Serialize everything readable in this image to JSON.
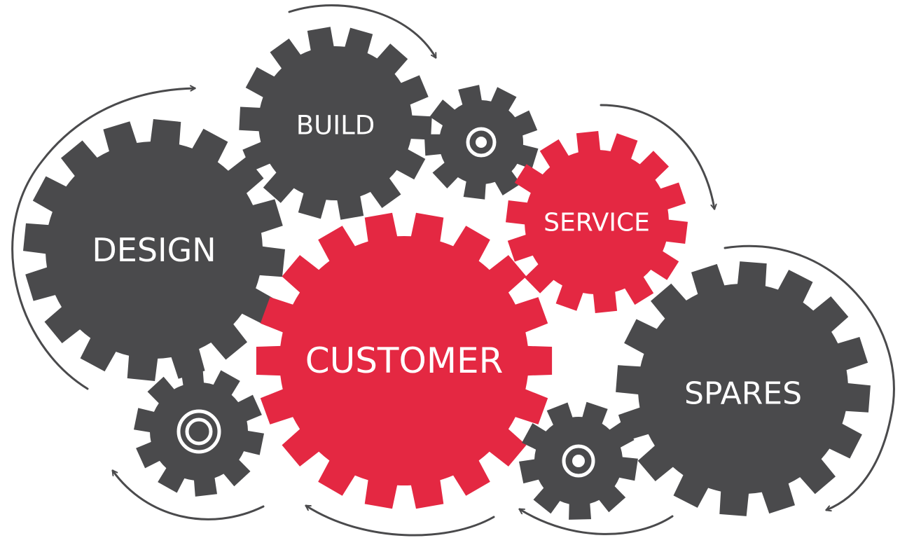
{
  "colors": {
    "dark": "#4a4a4c",
    "accent": "#e42842",
    "label": "#ffffff",
    "arrow": "#4a4a4c"
  },
  "gears": {
    "design": {
      "label": "DESIGN",
      "color": "dark"
    },
    "build": {
      "label": "BUILD",
      "color": "dark"
    },
    "small_top": {
      "label": "",
      "color": "dark",
      "icon": "ring-icon"
    },
    "service": {
      "label": "SERVICE",
      "color": "accent"
    },
    "customer": {
      "label": "CUSTOMER",
      "color": "accent"
    },
    "spares": {
      "label": "SPARES",
      "color": "dark"
    },
    "small_bottom_left": {
      "label": "",
      "color": "dark",
      "icon": "ring-icon"
    },
    "small_bottom_right": {
      "label": "",
      "color": "dark",
      "icon": "ring-icon"
    }
  },
  "arrows": [
    {
      "name": "arrow-design-to-build",
      "icon": "curved-arrow-icon"
    },
    {
      "name": "arrow-build-to-small",
      "icon": "curved-arrow-icon"
    },
    {
      "name": "arrow-service-to-spares",
      "icon": "curved-arrow-icon"
    },
    {
      "name": "arrow-spares-down",
      "icon": "curved-arrow-icon"
    },
    {
      "name": "arrow-bottom-right-left",
      "icon": "curved-arrow-icon"
    },
    {
      "name": "arrow-customer-bottom-left",
      "icon": "curved-arrow-icon"
    },
    {
      "name": "arrow-bottom-left-up",
      "icon": "curved-arrow-icon"
    },
    {
      "name": "arrow-left-arc",
      "icon": "curved-arrow-icon"
    }
  ]
}
